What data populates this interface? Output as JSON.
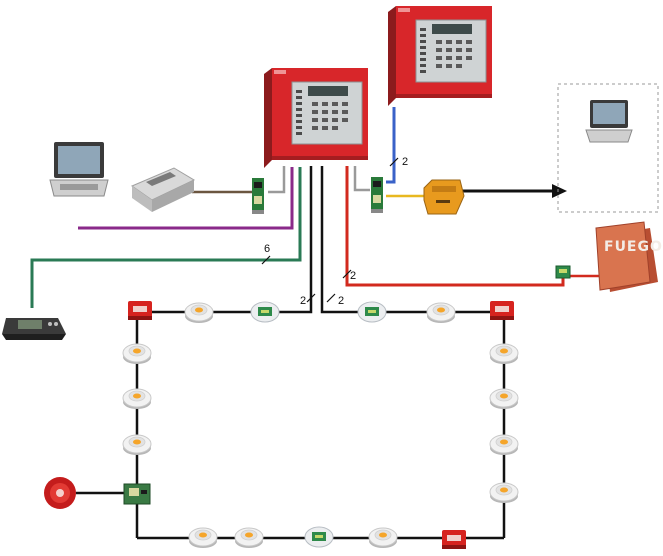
{
  "labels": {
    "remote_bus": "2",
    "annunciator_bus": "6",
    "loop_left": "2",
    "loop_right": "2",
    "siren_line": "2",
    "fuego_sign": "FUEGO"
  },
  "colors": {
    "panel_red": "#d8262a",
    "wire_purple": "#8a2a8a",
    "wire_green": "#2a7a55",
    "wire_black": "#111111",
    "wire_red": "#d22a1e",
    "wire_blue": "#3a62c8",
    "wire_yellow": "#e8b820",
    "wire_brown": "#6b5640",
    "wire_gray": "#9a9a9a"
  },
  "icons": {
    "main_panel": "fire-alarm-control-panel",
    "remote_panel": "fire-alarm-control-panel",
    "laptop": "laptop-icon",
    "printer": "printer-icon",
    "annunciator": "remote-annunciator-icon",
    "modem": "modem-icon",
    "smoke_detector": "smoke-detector-icon",
    "module": "interface-module-icon",
    "call_point": "manual-call-point-icon",
    "bell": "alarm-bell-icon",
    "fire_sign": "fire-sign-icon"
  }
}
